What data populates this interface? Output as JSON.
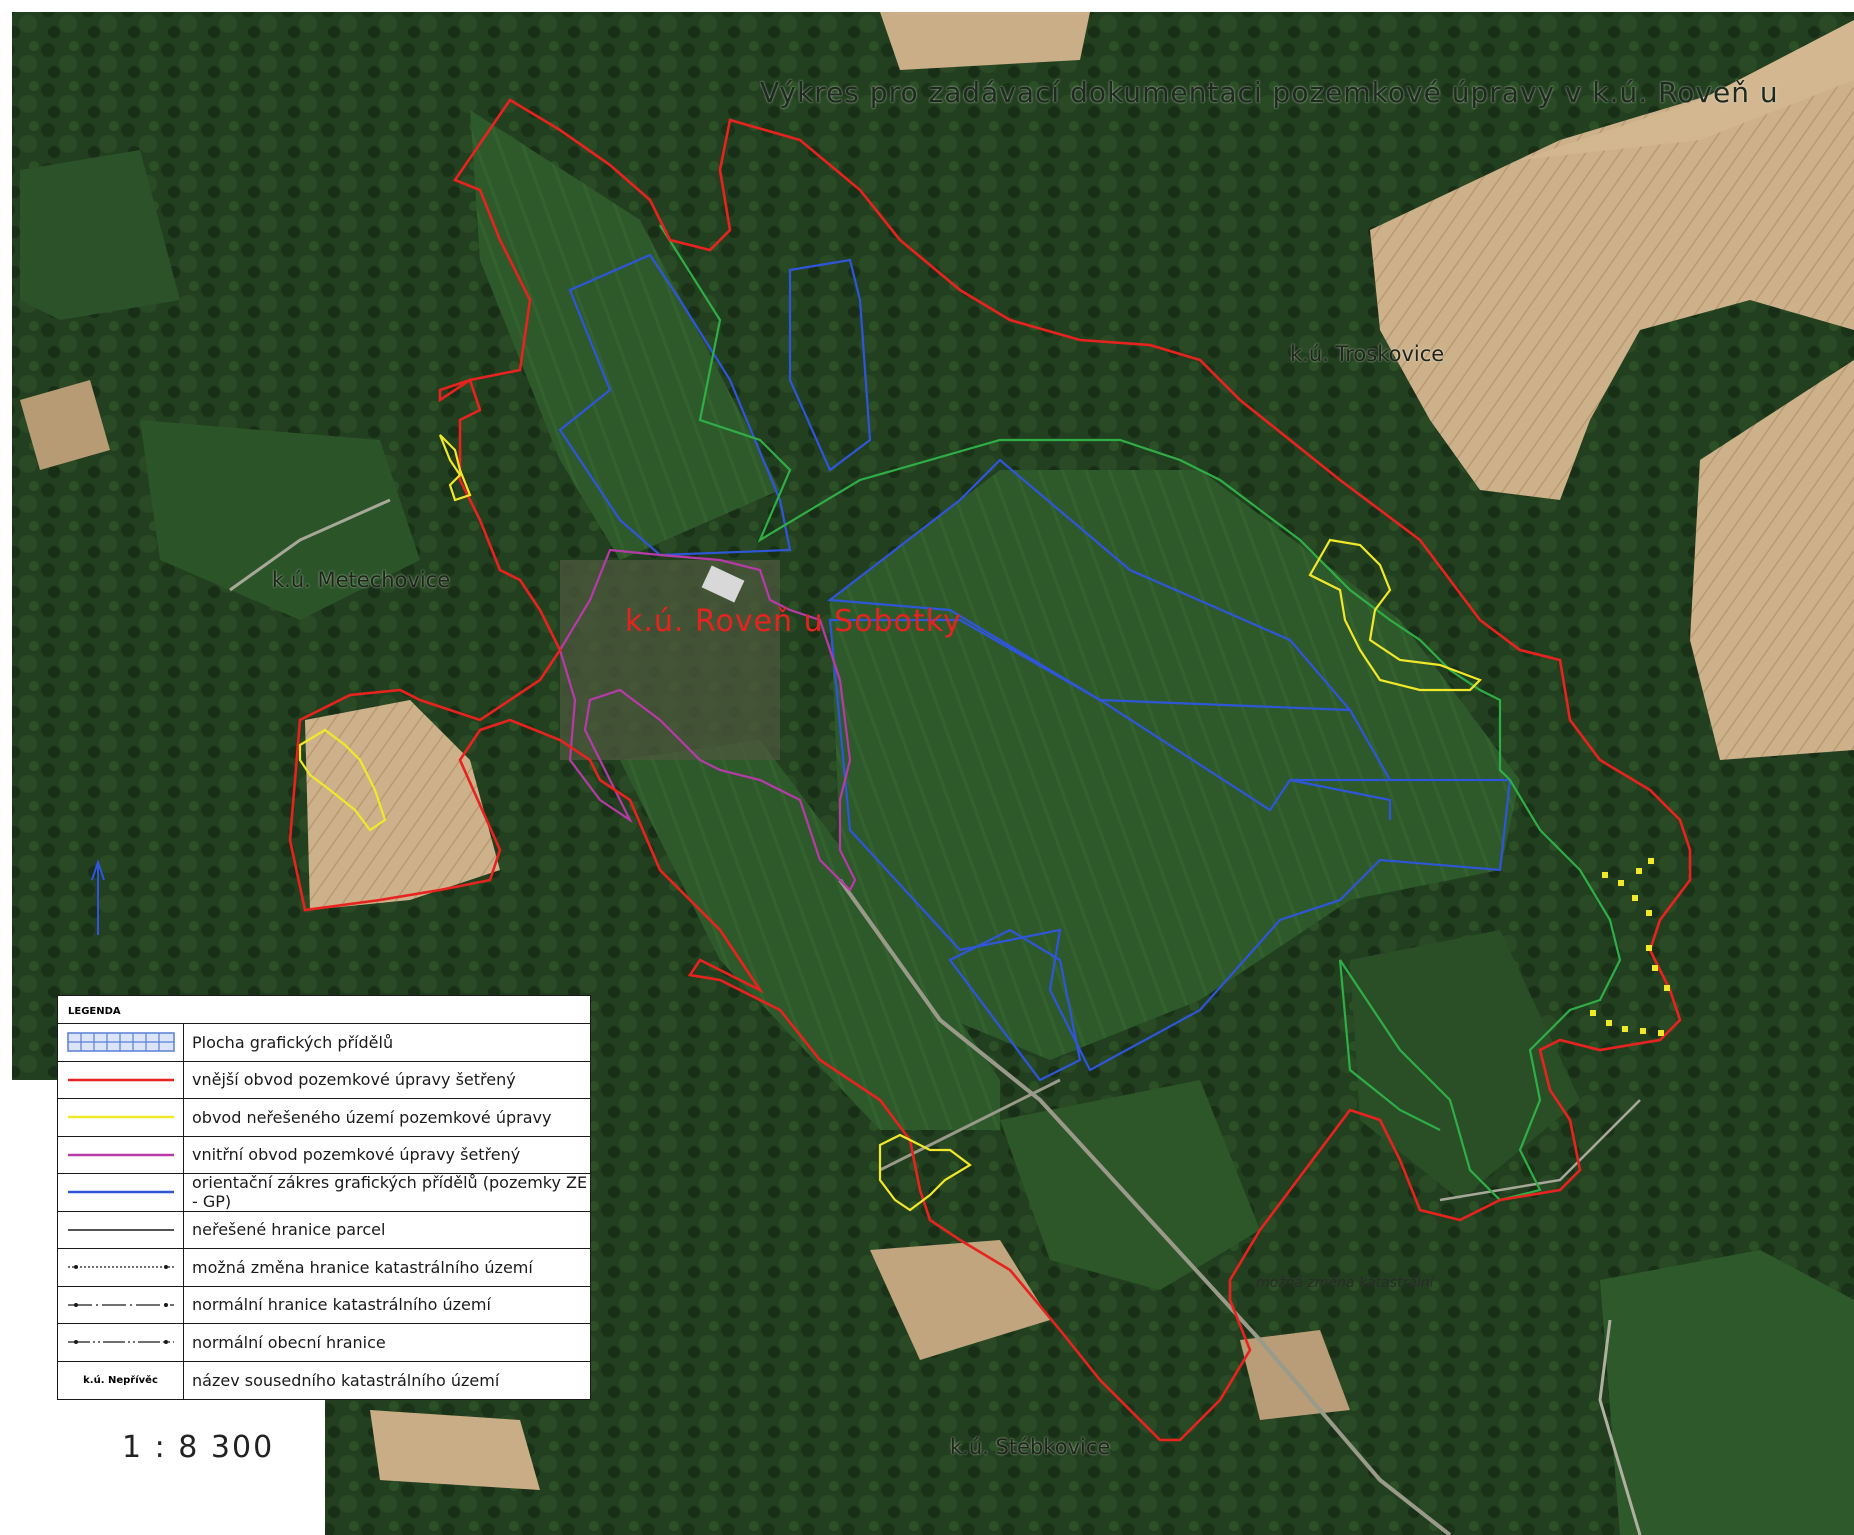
{
  "title": "Výkres pro zadávací dokumentaci pozemkové úpravy v k.ú. Roveň u",
  "labels": {
    "main_territory": "k.ú. Roveň u Sobotky",
    "neighbor_ne": "k.ú. Troskovice",
    "neighbor_w": "k.ú. Metechovice",
    "neighbor_s": "k.ú. Stébkovice",
    "boundary_note": "možná změna katastrální"
  },
  "legend": {
    "heading": "LEGENDA",
    "items": [
      {
        "symbol": "hatch-fill",
        "color": "#5a7fd6",
        "text": "Plocha grafických přídělů"
      },
      {
        "symbol": "line",
        "color": "#e8231f",
        "text": "vnější obvod pozemkové úpravy šetřený"
      },
      {
        "symbol": "line",
        "color": "#f2e82a",
        "text": "obvod neřešeného území pozemkové úpravy"
      },
      {
        "symbol": "line",
        "color": "#b83aa8",
        "text": "vnitřní obvod pozemkové úpravy šetřený"
      },
      {
        "symbol": "line",
        "color": "#2f56d9",
        "text": "orientační zákres grafických přídělů (pozemky ZE - GP)"
      },
      {
        "symbol": "line",
        "color": "#1a1a1a",
        "text": "neřešené hranice parcel"
      },
      {
        "symbol": "dotted-line",
        "color": "#1a1a1a",
        "text": "možná změna hranice katastrálního území"
      },
      {
        "symbol": "dash-dot-line",
        "color": "#1a1a1a",
        "text": "normální hranice katastrálního území"
      },
      {
        "symbol": "dash-dot-dot-line",
        "color": "#1a1a1a",
        "text": "normální obecní hranice"
      },
      {
        "symbol": "text",
        "sample": "k.ú. Nepřívěc",
        "color": "#1a1a1a",
        "text": "název sousedního katastrálního území"
      }
    ]
  },
  "scale": "1 : 8 300",
  "colors": {
    "outer_boundary": "#e8231f",
    "unsolved_area": "#f2e82a",
    "inner_boundary": "#b83aa8",
    "graphic_allotment": "#2f56d9",
    "green_boundary": "#2fae47",
    "forest": "#1f3a1c",
    "meadow": "#2f5a2a",
    "field": "#c8ad86"
  }
}
